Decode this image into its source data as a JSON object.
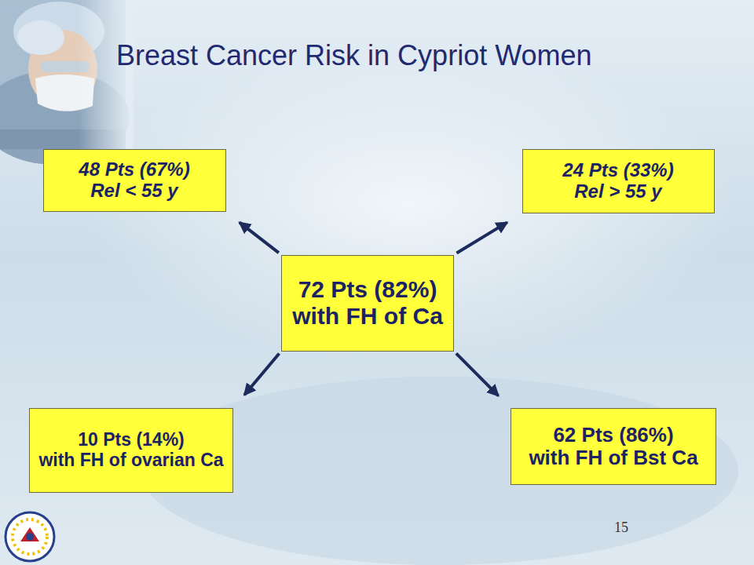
{
  "diagram": {
    "title": "Breast Cancer Risk in Cypriot Women",
    "nodes": [
      {
        "text": [
          "48 Pts (67%)",
          "Rel < 55 y"
        ]
      },
      {
        "text": [
          "24 Pts (33%)",
          "Rel > 55 y"
        ]
      },
      {
        "text": [
          "72 Pts (82%)",
          "with FH of Ca"
        ]
      },
      {
        "text": [
          "10 Pts (14%)",
          "with FH of ovarian Ca"
        ]
      },
      {
        "text": [
          "62 Pts (86%)",
          "with FH of Bst Ca"
        ]
      }
    ],
    "edges": [
      {
        "from": 2,
        "to": 0,
        "arrow": "to"
      },
      {
        "from": 2,
        "to": 1,
        "arrow": "to"
      },
      {
        "from": 2,
        "to": 3,
        "arrow": "to"
      },
      {
        "from": 2,
        "to": 4,
        "arrow": "to"
      }
    ],
    "labels": [
      "15"
    ]
  }
}
